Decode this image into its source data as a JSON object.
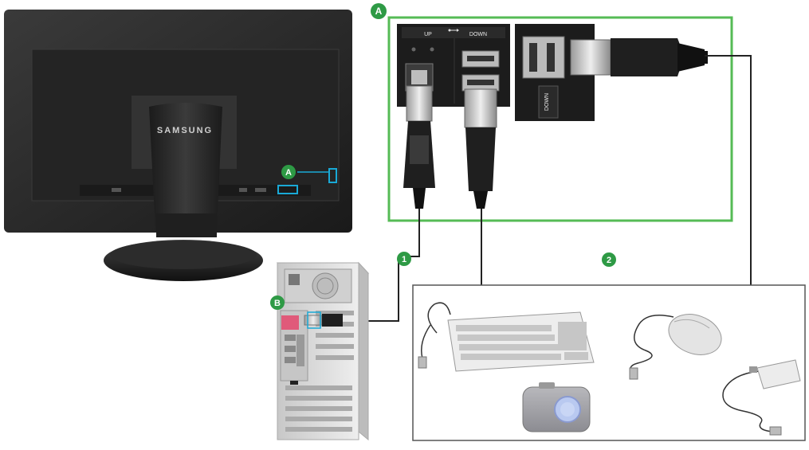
{
  "monitor": {
    "brand": "SAMSUNG"
  },
  "hub": {
    "up_label": "UP",
    "down_label": "DOWN",
    "side_label": "DOWN"
  },
  "markers": {
    "a": "A",
    "a_small": "A",
    "b": "B",
    "one": "1",
    "two": "2"
  },
  "colors": {
    "hub_frame": "#55bb55",
    "marker_fill": "#2e9a45",
    "port_highlight": "#19a9d6",
    "cable": "#222222",
    "device_frame": "#555555"
  },
  "icons": [
    "usb-icon"
  ]
}
